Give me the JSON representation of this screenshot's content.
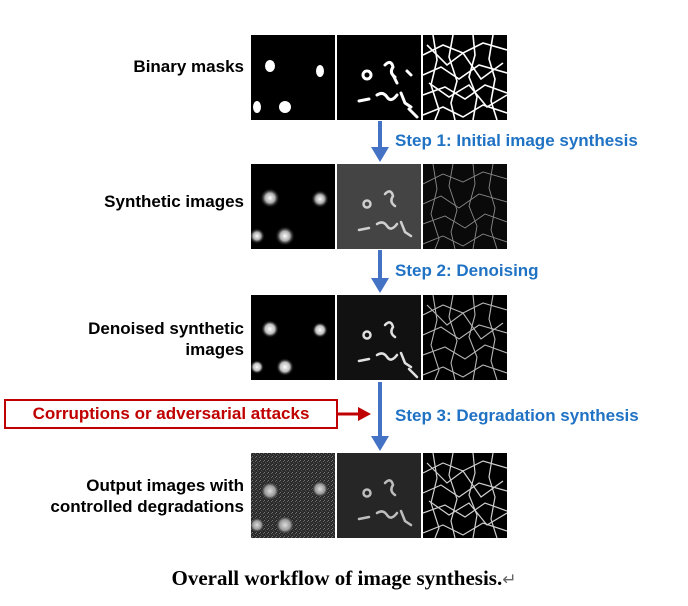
{
  "rows": [
    {
      "label": "Binary masks",
      "panels": [
        "mask-nuclei",
        "mask-objects",
        "mask-network"
      ]
    },
    {
      "label": "Synthetic images",
      "panels": [
        "synthetic-nuclei",
        "synthetic-objects",
        "synthetic-network"
      ]
    },
    {
      "label": "Denoised synthetic\nimages",
      "panels": [
        "denoised-nuclei",
        "denoised-objects",
        "denoised-network"
      ]
    },
    {
      "label": "Output images with\ncontrolled degradations",
      "panels": [
        "degraded-nuclei",
        "degraded-objects",
        "degraded-network"
      ]
    }
  ],
  "steps": [
    {
      "label": "Step 1: Initial image synthesis"
    },
    {
      "label": "Step 2: Denoising"
    },
    {
      "label": "Step 3: Degradation synthesis"
    }
  ],
  "attack": {
    "label": "Corruptions or adversarial attacks"
  },
  "caption": {
    "text": "Overall workflow of image synthesis.",
    "mark": "↵"
  },
  "colors": {
    "step_text": "#1f72c4",
    "arrow": "#4472c4",
    "attack": "#c00000",
    "background": "#ffffff"
  }
}
